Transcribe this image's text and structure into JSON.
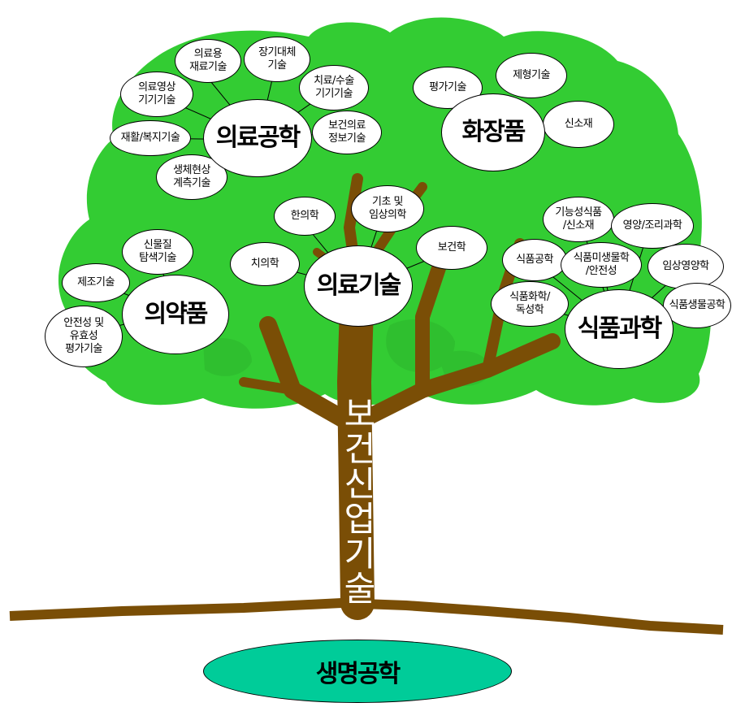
{
  "colors": {
    "foliage": "#33cc33",
    "trunk": "#7a4e06",
    "ground_line": "#7a4e06",
    "root_ellipse": "#00cc99",
    "bubble_fill": "#ffffff",
    "bubble_stroke": "#000000"
  },
  "trunk": {
    "label": "보\n건\n신\n업\n기\n술"
  },
  "root": {
    "label": "생명공학"
  },
  "branches": {
    "medical_engineering": {
      "label": "의료공학",
      "sub": {
        "materials": "의료용\n재료기술",
        "organ": "장기대체\n기술",
        "treatment": "치료/수술\n기기기술",
        "imaging": "의료영상\n기기기술",
        "rehab": "재활/복지기술",
        "info": "보건의료\n정보기술",
        "biometric": "생체현상\n계측기술"
      }
    },
    "cosmetics": {
      "label": "화장품",
      "sub": {
        "evaluation": "평가기술",
        "formulation": "제형기술",
        "new_material": "신소재"
      }
    },
    "medical_technology": {
      "label": "의료기술",
      "sub": {
        "korean_medicine": "한의학",
        "basic_clinical": "기초 및\n임상의학",
        "dentistry": "치의학",
        "public_health": "보건학"
      }
    },
    "pharmaceuticals": {
      "label": "의약품",
      "sub": {
        "discovery": "신물질\n탐색기술",
        "manufacturing": "제조기술",
        "safety": "안전성 및\n유효성\n평가기술"
      }
    },
    "food_science": {
      "label": "식품과학",
      "sub": {
        "functional": "기능성식품\n/신소재",
        "nutrition": "영양/조리과학",
        "food_engineering": "식품공학",
        "microbiology": "식품미생물학\n/안전성",
        "clinical_nutrition": "임상영양학",
        "chemistry": "식품화학/\n독성학",
        "biotech": "식품생물공학"
      }
    }
  }
}
